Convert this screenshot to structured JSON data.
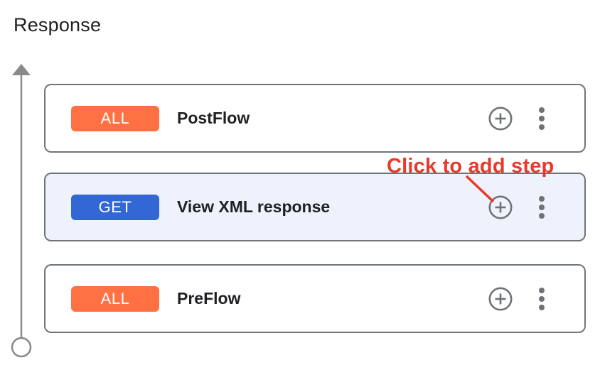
{
  "header": {
    "title": "Response"
  },
  "flow": {
    "cards": [
      {
        "method": "ALL",
        "name": "PostFlow",
        "badge_color": "#FF7043",
        "highlighted": false
      },
      {
        "method": "GET",
        "name": "View XML response",
        "badge_color": "#3367D6",
        "highlighted": true
      },
      {
        "method": "ALL",
        "name": "PreFlow",
        "badge_color": "#FF7043",
        "highlighted": false
      }
    ]
  },
  "annotation": {
    "label": "Click to add step",
    "color": "#E8392A"
  },
  "icons": {
    "add_step": "plus-circle-icon",
    "more_options": "kebab-menu-icon",
    "flow_direction": "up-arrow-axis-icon"
  },
  "colors": {
    "badge_all": "#FF7043",
    "badge_get": "#3367D6",
    "card_border": "#70757A",
    "highlight_background": "#EDF2FC",
    "icon_gray": "#6E7276",
    "axis_gray": "#8A8A8A",
    "annotation_red": "#E8392A",
    "title_text": "#202124"
  }
}
